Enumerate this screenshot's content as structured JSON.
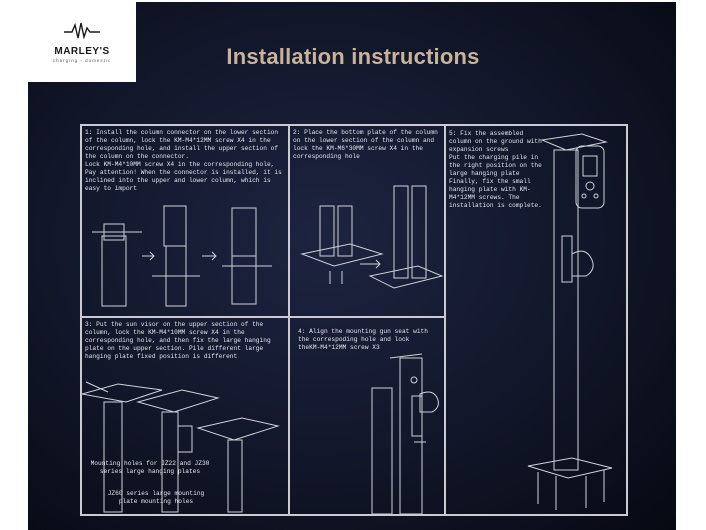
{
  "brand": {
    "name": "MARLEY'S",
    "tagline": "charging - domestic"
  },
  "title": "Installation instructions",
  "steps": [
    {
      "text": "1: Install the column connector on the lower section of the column, lock the KM-M4*12MM screw X4 in the corresponding hole, and install the upper section of the column on the connector.\nLock KM-M4*10MM screw X4 in the corresponding hole,\nPay attention! When the connector is installed, it is inclined into the upper and lower column, which is easy to import"
    },
    {
      "text": "2: Place the bottom plate of the column on the lower section of the column and lock the KM-M6*30MM screw X4 in the corresponding hole"
    },
    {
      "text": "3: Put the sun visor on the upper section of the column, lock the KM-M4*10MM screw X4 in the corresponding hole, and then fix the large hanging plate on the upper section. Pile different large hanging plate fixed position is different"
    },
    {
      "text": "4: Align the mounting gun seat with the correspoding hole and lock theKM-M4*12MM screw X3"
    },
    {
      "text": "5: Fix the assembled column on the ground with expansion screws\nPut the charging pile in the right position on the large hanging plate\nFinally, fix the small hanging plate with KM-M4*12MM screws. The installation is complete."
    }
  ],
  "captions": {
    "jz22": "Mounting holes for JZ22 and JZ30 series large hanging plates",
    "jz60": "JZ60 series large mounting plate mounting holes"
  }
}
